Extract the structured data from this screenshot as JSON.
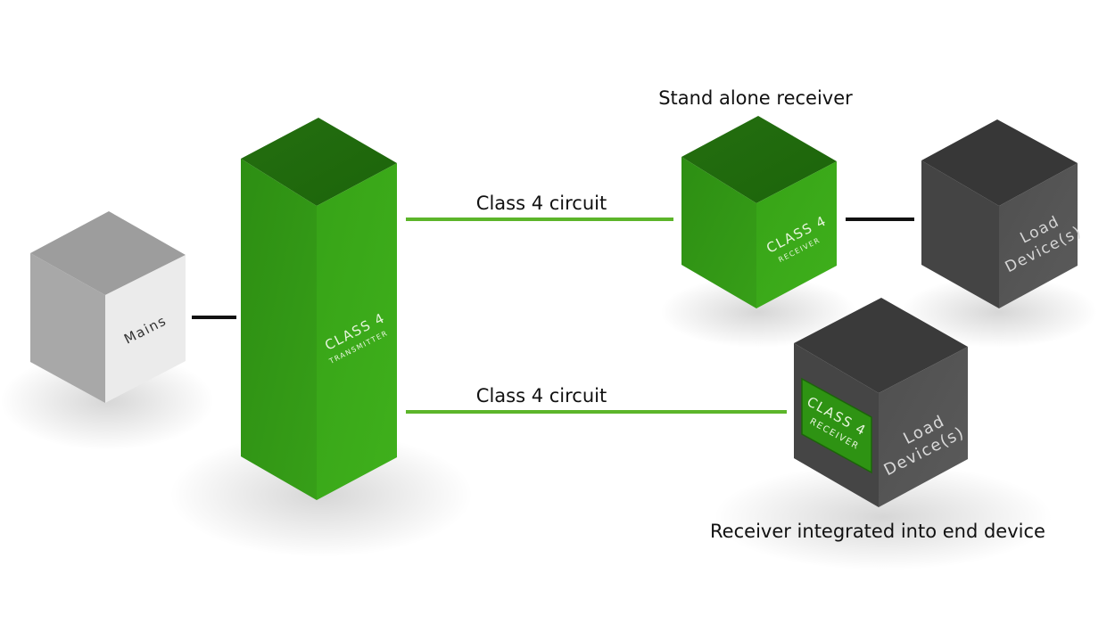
{
  "diagram": {
    "labels": {
      "mains": "Mains",
      "transmitter_line1": "CLASS 4",
      "transmitter_line2": "TRANSMITTER",
      "standalone_receiver_line1": "CLASS 4",
      "standalone_receiver_line2": "RECEIVER",
      "load_line1": "Load",
      "load_line2": "Device(s)",
      "integrated_receiver_line1": "CLASS 4",
      "integrated_receiver_line2": "RECEIVER",
      "integrated_load_line1": "Load",
      "integrated_load_line2": "Device(s)",
      "standalone_caption": "Stand alone receiver",
      "integrated_caption": "Receiver integrated into end device",
      "circuit_top": "Class 4 circuit",
      "circuit_bottom": "Class 4 circuit"
    },
    "colors": {
      "green_dark": "#1f6e0c",
      "green_front": "#2f9712",
      "green_side": "#3aa81a",
      "gray_light_top": "#9e9e9e",
      "gray_light_front": "#a9a9a9",
      "gray_light_side": "#ececec",
      "gray_dark_top": "#3a3a3a",
      "gray_dark_front": "#444444",
      "gray_dark_side": "#555555",
      "wire_green": "#5cb52a",
      "wire_black": "#111111"
    }
  }
}
